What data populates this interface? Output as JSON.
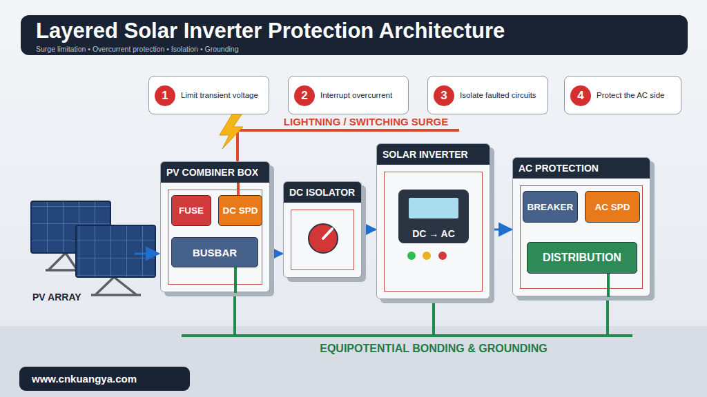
{
  "diagram": {
    "title": "Layered Solar Inverter Protection Architecture",
    "nodes": [
      {
        "text": [
          "Limit transient voltage"
        ]
      },
      {
        "text": [
          "1"
        ],
        "in": 0
      },
      {
        "text": [
          "Interrupt overcurrent"
        ]
      },
      {
        "text": [
          "2"
        ],
        "in": 2
      },
      {
        "text": [
          "Isolate faulted circuits"
        ]
      },
      {
        "text": [
          "3"
        ],
        "in": 4
      },
      {
        "text": [
          "Protect the AC side"
        ]
      },
      {
        "text": [
          "4"
        ],
        "in": 6
      },
      {
        "text": [
          "PV COMBINER BOX"
        ]
      },
      {
        "text": [
          "FUSE"
        ],
        "in": 8
      },
      {
        "text": [
          "DC SPD"
        ],
        "in": 8
      },
      {
        "text": [
          "BUSBAR"
        ],
        "in": 8
      },
      {
        "text": [
          "DC ISOLATOR"
        ]
      },
      {
        "text": [
          "SOLAR INVERTER"
        ]
      },
      {
        "text": [
          "DC → AC"
        ],
        "in": 13
      },
      {
        "text": [
          "AC PROTECTION"
        ]
      },
      {
        "text": [
          "BREAKER"
        ],
        "in": 15
      },
      {
        "text": [
          "AC SPD"
        ],
        "in": 15
      },
      {
        "text": [
          "DISTRIBUTION"
        ],
        "in": 15
      },
      {
        "text": [
          "www.cnkuangya.com"
        ]
      }
    ],
    "edges": [
      {
        "from": 8,
        "to": 12,
        "arrow": "to"
      },
      {
        "from": 12,
        "to": 13,
        "arrow": "to"
      },
      {
        "from": 13,
        "to": 15,
        "arrow": "to"
      }
    ],
    "labels": [
      "Surge limitation • Overcurrent protection • Isolation • Grounding",
      "LIGHTNING / SWITCHING SURGE",
      "PV ARRAY",
      "EQUIPOTENTIAL BONDING & GROUNDING"
    ]
  }
}
